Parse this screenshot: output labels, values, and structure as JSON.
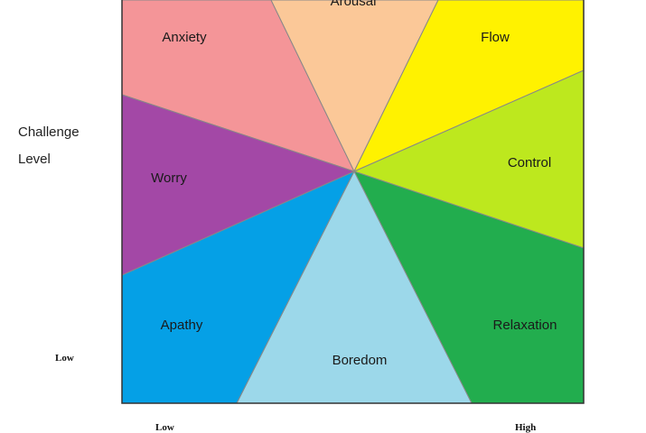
{
  "y_axis": {
    "label_line1": "Challenge",
    "label_line2": "Level",
    "low_label": "Low"
  },
  "x_axis": {
    "low_label": "Low",
    "high_label": "High"
  },
  "regions": {
    "arousal": {
      "label": "Arousal",
      "color": "#fbc898"
    },
    "flow": {
      "label": "Flow",
      "color": "#fff200"
    },
    "control": {
      "label": "Control",
      "color": "#bde81e"
    },
    "relaxation": {
      "label": "Relaxation",
      "color": "#22ad4e"
    },
    "boredom": {
      "label": "Boredom",
      "color": "#9cd8ea"
    },
    "apathy": {
      "label": "Apathy",
      "color": "#05a0e6"
    },
    "worry": {
      "label": "Worry",
      "color": "#a348a6"
    },
    "anxiety": {
      "label": "Anxiety",
      "color": "#f49598"
    }
  }
}
